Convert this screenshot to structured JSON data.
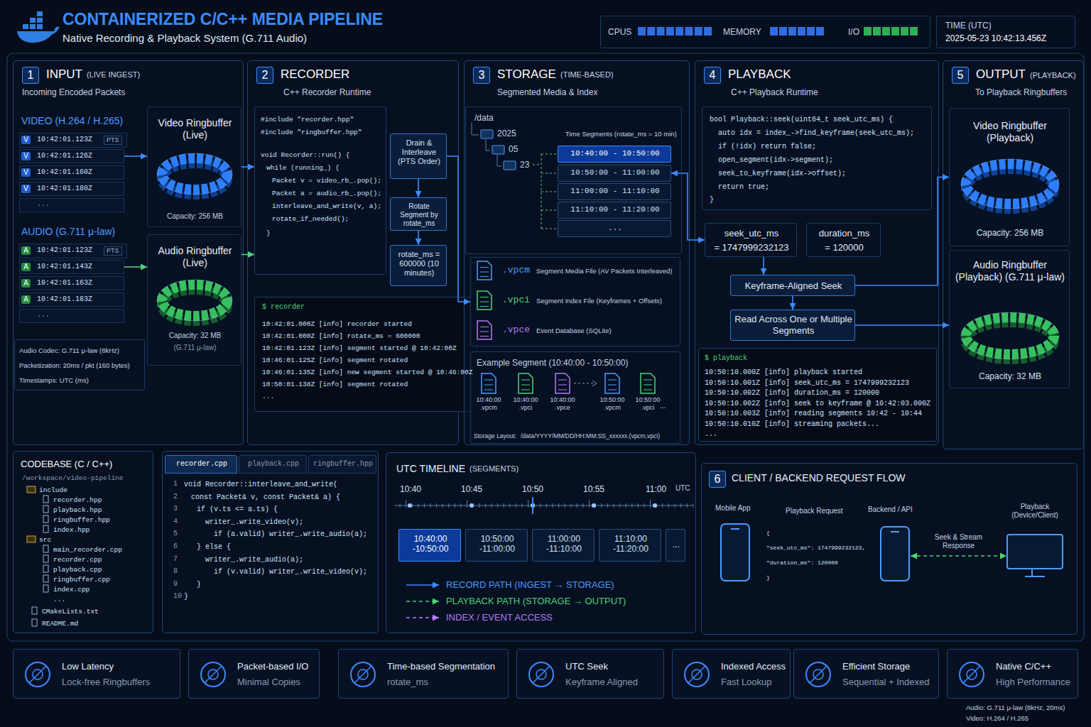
{
  "diagram": {
    "title": "CONTAINERIZED C/C++ MEDIA PIPELINE",
    "nodes": [
      {
        "text": [
          "CPUS",
          "MEMORY",
          "I/O"
        ]
      },
      {
        "text": [
          "TIME (UTC)",
          "2025-05-23 10:42:13.456Z"
        ]
      },
      {
        "text": [
          "1",
          "INPUT",
          "(LIVE INGEST)",
          "Incoming Encoded Packets"
        ]
      },
      {
        "text": [
          "V",
          "10:42:01.123Z",
          "PTS"
        ],
        "in": 2
      },
      {
        "text": [
          "V",
          "10:42:01.126Z"
        ],
        "in": 2
      },
      {
        "text": [
          "V",
          "10:42:01.160Z"
        ],
        "in": 2
      },
      {
        "text": [
          "V",
          "10:42:01.180Z"
        ],
        "in": 2
      },
      {
        "text": [
          "..."
        ],
        "in": 2
      },
      {
        "text": [
          "Video Ringbuffer (Live)",
          "Capacity: 256 MB"
        ],
        "in": 2
      },
      {
        "text": [
          "A",
          "10:42:01.123Z",
          "PTS"
        ],
        "in": 2
      },
      {
        "text": [
          "A",
          "10:42:01.143Z"
        ],
        "in": 2
      },
      {
        "text": [
          "A",
          "10:42:01.163Z"
        ],
        "in": 2
      },
      {
        "text": [
          "A",
          "10:42:01.183Z"
        ],
        "in": 2
      },
      {
        "text": [
          "..."
        ],
        "in": 2
      },
      {
        "text": [
          "Audio Ringbuffer (Live)",
          "Capacity: 32 MB",
          "(G.711 μ-law)"
        ],
        "in": 2
      },
      {
        "text": [
          "Audio Codec: G.711 μ-law (8kHz)",
          "Packetization: 20ms / pkt (160 bytes)",
          "Timestamps: UTC (ms)"
        ],
        "in": 2
      },
      {
        "text": [
          "2",
          "RECORDER",
          "C++ Recorder Runtime"
        ]
      },
      {
        "text": [
          "#include \"recorder.hpp\"",
          "#include \"ringbuffer.hpp\"",
          "void Recorder::run() {",
          "while (running_) {",
          "Packet v = video_rb_.pop();",
          "Packet a = audio_rb_.pop();",
          "interleave_and_write(v, a);",
          "rotate_if_needed();",
          "}"
        ],
        "in": 16
      },
      {
        "text": [
          "Drain & Interleave (PTS Order)"
        ],
        "in": 16
      },
      {
        "text": [
          "Rotate Segment by rotate_ms"
        ],
        "in": 16
      },
      {
        "text": [
          "rotate_ms = 600000 (10 minutes)"
        ],
        "in": 16
      },
      {
        "text": [
          "$ recorder",
          "10:42:01.000Z [info] recorder started",
          "10:42:01.000Z [info] rotate_ms = 600000",
          "10:42:01.123Z [info] segment started @ 10:42:00Z",
          "10:46:01.125Z [info] segment rotated",
          "10:46:01.135Z [info] new segment started @ 10:46:00Z",
          "10:50:01.138Z [info] segment rotated",
          "..."
        ],
        "in": 16
      },
      {
        "text": [
          "3",
          "STORAGE",
          "(TIME-BASED)",
          "Segmented Media & Index"
        ]
      },
      {
        "text": [
          "/data",
          "2025",
          "05",
          "23",
          "Time Segments (rotate_ms = 10 min)"
        ],
        "in": 22
      },
      {
        "text": [
          "10:40:00 - 10:50:00"
        ],
        "in": 23
      },
      {
        "text": [
          "10:50:00 - 11:00:00"
        ],
        "in": 23
      },
      {
        "text": [
          "11:00:00 - 11:10:00"
        ],
        "in": 23
      },
      {
        "text": [
          "11:10:00 - 11:20:00"
        ],
        "in": 23
      },
      {
        "text": [
          "..."
        ],
        "in": 23
      },
      {
        "text": [
          ".vpcm",
          "Segment Media File (AV Packets Interleaved)",
          ".vpci",
          "Segment Index File (Keyframes + Offsets)",
          ".vpce",
          "Event Database (SQLite)"
        ],
        "in": 22
      },
      {
        "text": [
          "Example Segment (10:40:00 - 10:50:00)",
          "10:40:00 .vpcm",
          "10:40:00 .vpci",
          "10:40:00 .vpce",
          "10:50:00 .vpcm",
          "10:50:00 .vpci",
          "...",
          "Storage Layout:",
          "/data/YYYY/MM/DD/HH:MM:SS_xxxxxx.(vpcm,vpci)"
        ],
        "in": 22
      },
      {
        "text": [
          "4",
          "PLAYBACK",
          "C++ Playback Runtime"
        ]
      },
      {
        "text": [
          "bool Playback::seek(uint64_t seek_utc_ms) {",
          "auto idx = index_->find_keyframe(seek_utc_ms);",
          "if (!idx) return false;",
          "open_segment(idx->segment);",
          "seek_to_keyframe(idx->offset);",
          "return true;",
          "}"
        ],
        "in": 31
      },
      {
        "text": [
          "seek_utc_ms",
          "= 1747999232123"
        ],
        "in": 31
      },
      {
        "text": [
          "duration_ms",
          "= 120000"
        ],
        "in": 31
      },
      {
        "text": [
          "Keyframe-Aligned Seek"
        ],
        "in": 31
      },
      {
        "text": [
          "Read Across One or Multiple Segments"
        ],
        "in": 31
      },
      {
        "text": [
          "$ playback",
          "10:50:10.000Z [info] playback started",
          "10:50:10.001Z [info] seek_utc_ms = 1747999232123",
          "10:50:10.002Z [info] duration_ms = 120000",
          "10:50:10.002Z [info] seek to keyframe @ 10:42:03.000Z",
          "10:50:10.003Z [info] reading segments 10:42 - 10:44",
          "10:50:10.010Z [info] streaming packets...",
          "..."
        ],
        "in": 31
      },
      {
        "text": [
          "5",
          "OUTPUT",
          "(PLAYBACK)",
          "To Playback Ringbuffers"
        ]
      },
      {
        "text": [
          "Video Ringbuffer (Playback)",
          "Capacity: 256 MB"
        ],
        "in": 38
      },
      {
        "text": [
          "Audio Ringbuffer (Playback) (G.711 μ-law)",
          "Capacity: 32 MB"
        ],
        "in": 38
      },
      {
        "text": [
          "CODEBASE (C / C++)",
          "/workspace/video-pipeline",
          "include",
          "recorder.hpp",
          "playback.hpp",
          "ringbuffer.hpp",
          "index.hpp",
          "src",
          "main_recorder.cpp",
          "recorder.cpp",
          "playback.cpp",
          "ringbuffer.cpp",
          "index.cpp",
          "...",
          "CMakeLists.txt",
          "README.md"
        ]
      },
      {
        "text": [
          "void Recorder::interleave_and_write(",
          "const Packet& v, const Packet& a) {",
          "if (v.ts <= a.ts) {",
          "writer_.write_video(v);",
          "if (a.valid) writer_.write_audio(a);",
          "} else {",
          "writer_.write_audio(a);",
          "if (v.valid) writer_.write_video(v);",
          "}",
          "}"
        ]
      },
      {
        "text": [
          "recorder.cpp"
        ],
        "in": 42
      },
      {
        "text": [
          "playback.cpp"
        ],
        "in": 42
      },
      {
        "text": [
          "ringbuffer.hpp"
        ],
        "in": 42
      },
      {
        "text": [
          "UTC TIMELINE",
          "(SEGMENTS)",
          "10:40",
          "10:45",
          "10:50",
          "10:55",
          "11:00",
          "UTC"
        ]
      },
      {
        "text": [
          "10:40:00 -10:50:00"
        ],
        "in": 46
      },
      {
        "text": [
          "10:50:00 -11:00:00"
        ],
        "in": 46
      },
      {
        "text": [
          "11:00:00 -11:10:00"
        ],
        "in": 46
      },
      {
        "text": [
          "11:10:00 -11:20:00"
        ],
        "in": 46
      },
      {
        "text": [
          "..."
        ],
        "in": 46
      },
      {
        "text": [
          "6",
          "CLIENT / BACKEND REQUEST FLOW",
          "Playback Request",
          "{",
          "\"seek_utc_ms\": 1747999232123,",
          "\"duration_ms\": 120000",
          "}"
        ]
      },
      {
        "text": [
          "Mobile App"
        ],
        "in": 52
      },
      {
        "text": [
          "Backend / API"
        ],
        "in": 52
      },
      {
        "text": [
          "Playback (Device/Client)"
        ],
        "in": 52
      },
      {
        "text": [
          "Low Latency",
          "Lock-free Ringbuffers"
        ]
      },
      {
        "text": [
          "Packet-based I/O",
          "Minimal Copies"
        ]
      },
      {
        "text": [
          "Time-based Segmentation",
          "rotate_ms"
        ]
      },
      {
        "text": [
          "UTC Seek",
          "Keyframe Aligned"
        ]
      },
      {
        "text": [
          "Indexed Access",
          "Fast Lookup"
        ]
      },
      {
        "text": [
          "Efficient Storage",
          "Sequential + Indexed"
        ]
      },
      {
        "text": [
          "Native C/C++",
          "High Performance"
        ]
      }
    ],
    "edges": [
      {
        "from": 4,
        "to": 8,
        "arrow": "to"
      },
      {
        "from": 10,
        "to": 14,
        "arrow": "to"
      },
      {
        "from": 8,
        "to": 17,
        "arrow": "to"
      },
      {
        "from": 14,
        "to": 17,
        "arrow": "to"
      },
      {
        "from": 18,
        "to": 19,
        "arrow": "to"
      },
      {
        "from": 19,
        "to": 20,
        "arrow": "to"
      },
      {
        "from": 18,
        "to": 29,
        "arrow": "to"
      },
      {
        "from": 25,
        "to": 33,
        "arrow": "both"
      },
      {
        "from": 33,
        "to": 35,
        "arrow": "to"
      },
      {
        "from": 35,
        "to": 36,
        "arrow": "to"
      },
      {
        "from": 35,
        "to": 39,
        "arrow": "to"
      },
      {
        "from": 36,
        "to": 40,
        "arrow": "to"
      },
      {
        "from": 54,
        "to": 55,
        "label": "Seek & Stream Response",
        "arrow": "both"
      }
    ],
    "labels": [
      "Native Recording & Playback System (G.711 Audio)",
      "VIDEO (H.264 / H.265)",
      "AUDIO (G.711 μ-law)",
      "1",
      "2",
      "3",
      "4",
      "5",
      "6",
      "7",
      "8",
      "9",
      "10",
      "Audio: G.711 μ-law (8kHz, 20ms)",
      "Video: H.264 / H.265"
    ],
    "legend": [
      {
        "text": "RECORD PATH (INGEST → STORAGE)"
      },
      {
        "text": "PLAYBACK PATH (STORAGE → OUTPUT)"
      },
      {
        "text": "INDEX / EVENT ACCESS"
      }
    ]
  }
}
